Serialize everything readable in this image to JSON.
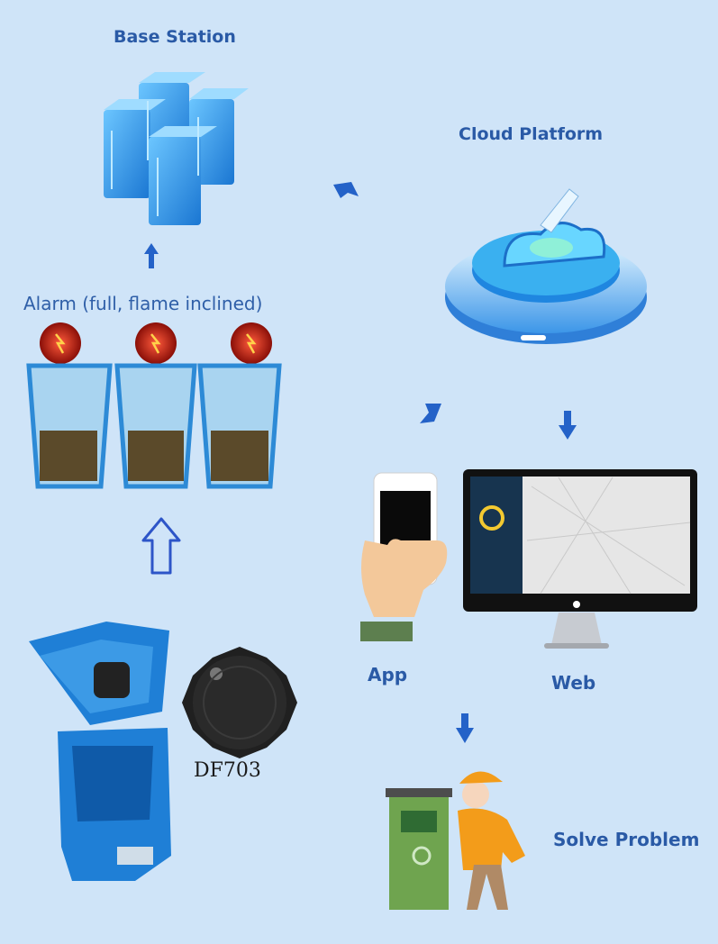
{
  "labels": {
    "base_station": "Base Station",
    "cloud_platform": "Cloud Platform",
    "alarm": "Alarm (full, flame  inclined)",
    "device": "DF703",
    "app": "App",
    "web": "Web",
    "solve_problem": "Solve Problem"
  },
  "colors": {
    "background": "#cfe4f8",
    "label": "#2a5aa6",
    "arrow": "#2462c8",
    "server": "#3aa3ea",
    "alarm_light": "#e0241a",
    "bin": "#1f7fd6",
    "trash_fill": "#5b4a2a"
  },
  "icons": [
    "server-cluster-icon",
    "cloud-platform-icon",
    "alarm-light-icon",
    "trash-bin-icon",
    "sensor-device-icon",
    "phone-app-icon",
    "monitor-web-icon",
    "worker-icon"
  ]
}
